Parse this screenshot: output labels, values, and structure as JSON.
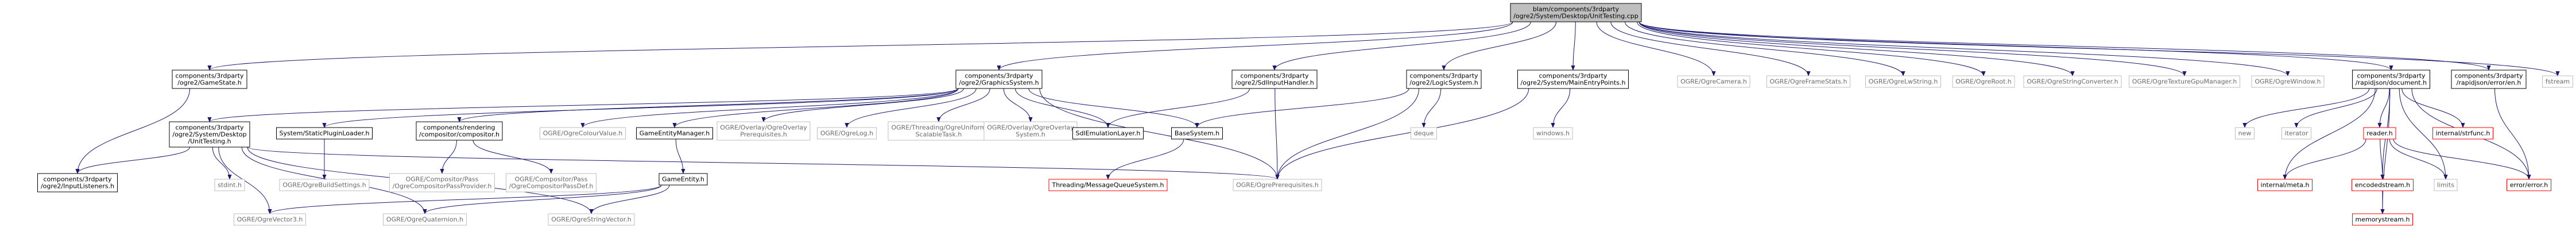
{
  "nodes": [
    {
      "id": "root",
      "lines": [
        "blam/components/3rdparty",
        "/ogre2/System/Desktop/UnitTesting.cpp"
      ],
      "style": "root"
    },
    {
      "id": "gamestate",
      "lines": [
        "components/3rdparty",
        "/ogre2/GameState.h"
      ],
      "style": "doc"
    },
    {
      "id": "graphics",
      "lines": [
        "components/3rdparty",
        "/ogre2/GraphicsSystem.h"
      ],
      "style": "doc"
    },
    {
      "id": "sdlinput",
      "lines": [
        "components/3rdparty",
        "/ogre2/SdlInputHandler.h"
      ],
      "style": "doc"
    },
    {
      "id": "logic",
      "lines": [
        "components/3rdparty",
        "/ogre2/LogicSystem.h"
      ],
      "style": "doc"
    },
    {
      "id": "mainentry",
      "lines": [
        "components/3rdparty",
        "/ogre2/System/MainEntryPoints.h"
      ],
      "style": "doc"
    },
    {
      "id": "ogrecamera",
      "lines": [
        "OGRE/OgreCamera.h"
      ],
      "style": "sys"
    },
    {
      "id": "framestats",
      "lines": [
        "OGRE/OgreFrameStats.h"
      ],
      "style": "sys"
    },
    {
      "id": "lwstring",
      "lines": [
        "OGRE/OgreLwString.h"
      ],
      "style": "sys"
    },
    {
      "id": "ogreroot",
      "lines": [
        "OGRE/OgreRoot.h"
      ],
      "style": "sys"
    },
    {
      "id": "strconv",
      "lines": [
        "OGRE/OgreStringConverter.h"
      ],
      "style": "sys"
    },
    {
      "id": "texgpu",
      "lines": [
        "OGRE/OgreTextureGpuManager.h"
      ],
      "style": "sys"
    },
    {
      "id": "ogrewindow",
      "lines": [
        "OGRE/OgreWindow.h"
      ],
      "style": "sys"
    },
    {
      "id": "rjdoc",
      "lines": [
        "components/3rdparty",
        "/rapidjson/document.h"
      ],
      "style": "doc"
    },
    {
      "id": "rjerror",
      "lines": [
        "components/3rdparty",
        "/rapidjson/error/en.h"
      ],
      "style": "doc"
    },
    {
      "id": "fstream",
      "lines": [
        "fstream"
      ],
      "style": "sys"
    },
    {
      "id": "unittest_h",
      "lines": [
        "components/3rdparty",
        "/ogre2/System/Desktop",
        "/UnitTesting.h"
      ],
      "style": "doc"
    },
    {
      "id": "staticplugin",
      "lines": [
        "System/StaticPluginLoader.h"
      ],
      "style": "doc"
    },
    {
      "id": "compositor",
      "lines": [
        "components/rendering",
        "/compositor/compositor.h"
      ],
      "style": "doc"
    },
    {
      "id": "colourvalue",
      "lines": [
        "OGRE/OgreColourValue.h"
      ],
      "style": "sys"
    },
    {
      "id": "gameentitymgr",
      "lines": [
        "GameEntityManager.h"
      ],
      "style": "doc"
    },
    {
      "id": "overlayprereq",
      "lines": [
        "OGRE/Overlay/OgreOverlay",
        "Prerequisites.h"
      ],
      "style": "sys"
    },
    {
      "id": "ogrelog",
      "lines": [
        "OGRE/OgreLog.h"
      ],
      "style": "sys"
    },
    {
      "id": "uniformtask",
      "lines": [
        "OGRE/Threading/OgreUniform",
        "ScalableTask.h"
      ],
      "style": "sys"
    },
    {
      "id": "overlaysys",
      "lines": [
        "OGRE/Overlay/OgreOverlay",
        "System.h"
      ],
      "style": "sys"
    },
    {
      "id": "sdlemu",
      "lines": [
        "SdlEmulationLayer.h"
      ],
      "style": "doc"
    },
    {
      "id": "basesystem",
      "lines": [
        "BaseSystem.h"
      ],
      "style": "doc"
    },
    {
      "id": "deque",
      "lines": [
        "deque"
      ],
      "style": "sys"
    },
    {
      "id": "windows",
      "lines": [
        "windows.h"
      ],
      "style": "sys"
    },
    {
      "id": "new",
      "lines": [
        "new"
      ],
      "style": "sys"
    },
    {
      "id": "iterator",
      "lines": [
        "iterator"
      ],
      "style": "sys"
    },
    {
      "id": "reader",
      "lines": [
        "reader.h"
      ],
      "style": "missing"
    },
    {
      "id": "strfunc",
      "lines": [
        "internal/strfunc.h"
      ],
      "style": "missing"
    },
    {
      "id": "inputlisteners",
      "lines": [
        "components/3rdparty",
        "/ogre2/InputListeners.h"
      ],
      "style": "doc"
    },
    {
      "id": "stdint",
      "lines": [
        "stdint.h"
      ],
      "style": "sys"
    },
    {
      "id": "buildsettings",
      "lines": [
        "OGRE/OgreBuildSettings.h"
      ],
      "style": "sys"
    },
    {
      "id": "passprovider",
      "lines": [
        "OGRE/Compositor/Pass",
        "/OgreCompositorPassProvider.h"
      ],
      "style": "sys"
    },
    {
      "id": "passdef",
      "lines": [
        "OGRE/Compositor/Pass",
        "/OgreCompositorPassDef.h"
      ],
      "style": "sys"
    },
    {
      "id": "gameentity",
      "lines": [
        "GameEntity.h"
      ],
      "style": "doc"
    },
    {
      "id": "msgqueue",
      "lines": [
        "Threading/MessageQueueSystem.h"
      ],
      "style": "missing"
    },
    {
      "id": "ogreprereq",
      "lines": [
        "OGRE/OgrePrerequisites.h"
      ],
      "style": "sys"
    },
    {
      "id": "meta",
      "lines": [
        "internal/meta.h"
      ],
      "style": "missing"
    },
    {
      "id": "encodedstream",
      "lines": [
        "encodedstream.h"
      ],
      "style": "missing"
    },
    {
      "id": "limits",
      "lines": [
        "limits"
      ],
      "style": "sys"
    },
    {
      "id": "errorh",
      "lines": [
        "error/error.h"
      ],
      "style": "missing"
    },
    {
      "id": "vector3",
      "lines": [
        "OGRE/OgreVector3.h"
      ],
      "style": "sys"
    },
    {
      "id": "quaternion",
      "lines": [
        "OGRE/OgreQuaternion.h"
      ],
      "style": "sys"
    },
    {
      "id": "stringvector",
      "lines": [
        "OGRE/OgreStringVector.h"
      ],
      "style": "sys"
    },
    {
      "id": "memorystream",
      "lines": [
        "memorystream.h"
      ],
      "style": "missing"
    }
  ],
  "edges": [
    [
      "root",
      "gamestate"
    ],
    [
      "root",
      "graphics"
    ],
    [
      "root",
      "sdlinput"
    ],
    [
      "root",
      "logic"
    ],
    [
      "root",
      "mainentry"
    ],
    [
      "root",
      "ogrecamera"
    ],
    [
      "root",
      "framestats"
    ],
    [
      "root",
      "lwstring"
    ],
    [
      "root",
      "ogreroot"
    ],
    [
      "root",
      "strconv"
    ],
    [
      "root",
      "texgpu"
    ],
    [
      "root",
      "ogrewindow"
    ],
    [
      "root",
      "rjdoc"
    ],
    [
      "root",
      "rjerror"
    ],
    [
      "root",
      "fstream"
    ],
    [
      "gamestate",
      "inputlisteners"
    ],
    [
      "graphics",
      "unittest_h"
    ],
    [
      "graphics",
      "staticplugin"
    ],
    [
      "graphics",
      "compositor"
    ],
    [
      "graphics",
      "colourvalue"
    ],
    [
      "graphics",
      "gameentitymgr"
    ],
    [
      "graphics",
      "overlayprereq"
    ],
    [
      "graphics",
      "ogrelog"
    ],
    [
      "graphics",
      "uniformtask"
    ],
    [
      "graphics",
      "overlaysys"
    ],
    [
      "graphics",
      "sdlemu"
    ],
    [
      "graphics",
      "basesystem"
    ],
    [
      "graphics",
      "ogreprereq"
    ],
    [
      "sdlinput",
      "sdlemu"
    ],
    [
      "sdlinput",
      "ogreprereq"
    ],
    [
      "logic",
      "basesystem"
    ],
    [
      "logic",
      "deque"
    ],
    [
      "logic",
      "ogreprereq"
    ],
    [
      "mainentry",
      "windows"
    ],
    [
      "mainentry",
      "ogreprereq"
    ],
    [
      "unittest_h",
      "inputlisteners"
    ],
    [
      "unittest_h",
      "stdint"
    ],
    [
      "unittest_h",
      "vector3"
    ],
    [
      "unittest_h",
      "quaternion"
    ],
    [
      "unittest_h",
      "stringvector"
    ],
    [
      "unittest_h",
      "ogreprereq"
    ],
    [
      "staticplugin",
      "buildsettings"
    ],
    [
      "compositor",
      "passprovider"
    ],
    [
      "compositor",
      "passdef"
    ],
    [
      "gameentitymgr",
      "gameentity"
    ],
    [
      "gameentity",
      "vector3"
    ],
    [
      "gameentity",
      "quaternion"
    ],
    [
      "gameentity",
      "stringvector"
    ],
    [
      "basesystem",
      "msgqueue"
    ],
    [
      "rjdoc",
      "new"
    ],
    [
      "rjdoc",
      "iterator"
    ],
    [
      "rjdoc",
      "reader"
    ],
    [
      "rjdoc",
      "strfunc"
    ],
    [
      "rjdoc",
      "meta"
    ],
    [
      "rjdoc",
      "encodedstream"
    ],
    [
      "rjdoc",
      "limits"
    ],
    [
      "rjdoc",
      "errorh"
    ],
    [
      "rjdoc",
      "memorystream"
    ],
    [
      "reader",
      "meta"
    ],
    [
      "reader",
      "encodedstream"
    ],
    [
      "reader",
      "limits"
    ],
    [
      "reader",
      "errorh"
    ],
    [
      "encodedstream",
      "memorystream"
    ],
    [
      "rjerror",
      "errorh"
    ]
  ],
  "colors": {
    "edge": "#191970",
    "root_fill": "#bfbfbf",
    "doc_border": "#000000",
    "sys_border": "#bfbfbf",
    "sys_text": "#6a6a6a",
    "missing_border": "#ff0000"
  }
}
